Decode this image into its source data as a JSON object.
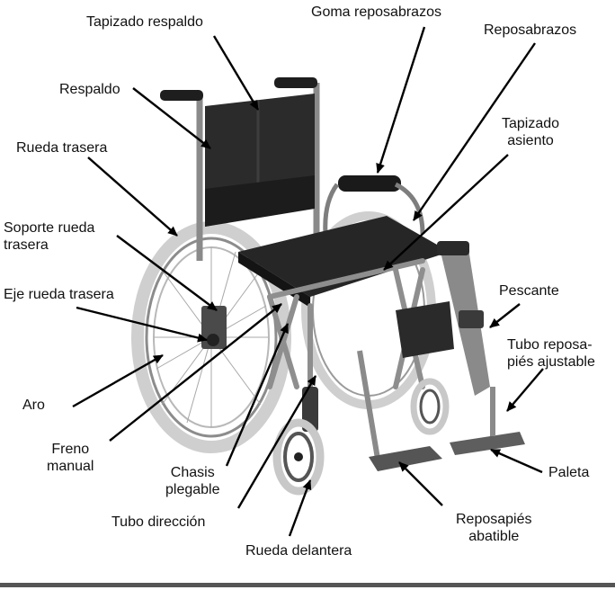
{
  "labels": {
    "tapizado_respaldo": "Tapizado respaldo",
    "goma_reposabrazos": "Goma reposabrazos",
    "reposabrazos": "Reposabrazos",
    "respaldo": "Respaldo",
    "tapizado_asiento": "Tapizado\nasiento",
    "rueda_trasera": "Rueda trasera",
    "soporte_rueda_trasera": "Soporte rueda\ntrasera",
    "eje_rueda_trasera": "Eje rueda trasera",
    "pescante": "Pescante",
    "tubo_reposapies": "Tubo reposa-\npiés ajustable",
    "aro": "Aro",
    "freno_manual": "Freno\nmanual",
    "chasis_plegable": "Chasis\nplegable",
    "paleta": "Paleta",
    "tubo_direccion": "Tubo dirección",
    "reposapies_abatible": "Reposapiés\nabatible",
    "rueda_delantera": "Rueda delantera"
  },
  "colors": {
    "frame": "#9a9a9a",
    "upholstery": "#2a2a2a",
    "tire": "#cfcfcf",
    "arrow": "#000000"
  }
}
